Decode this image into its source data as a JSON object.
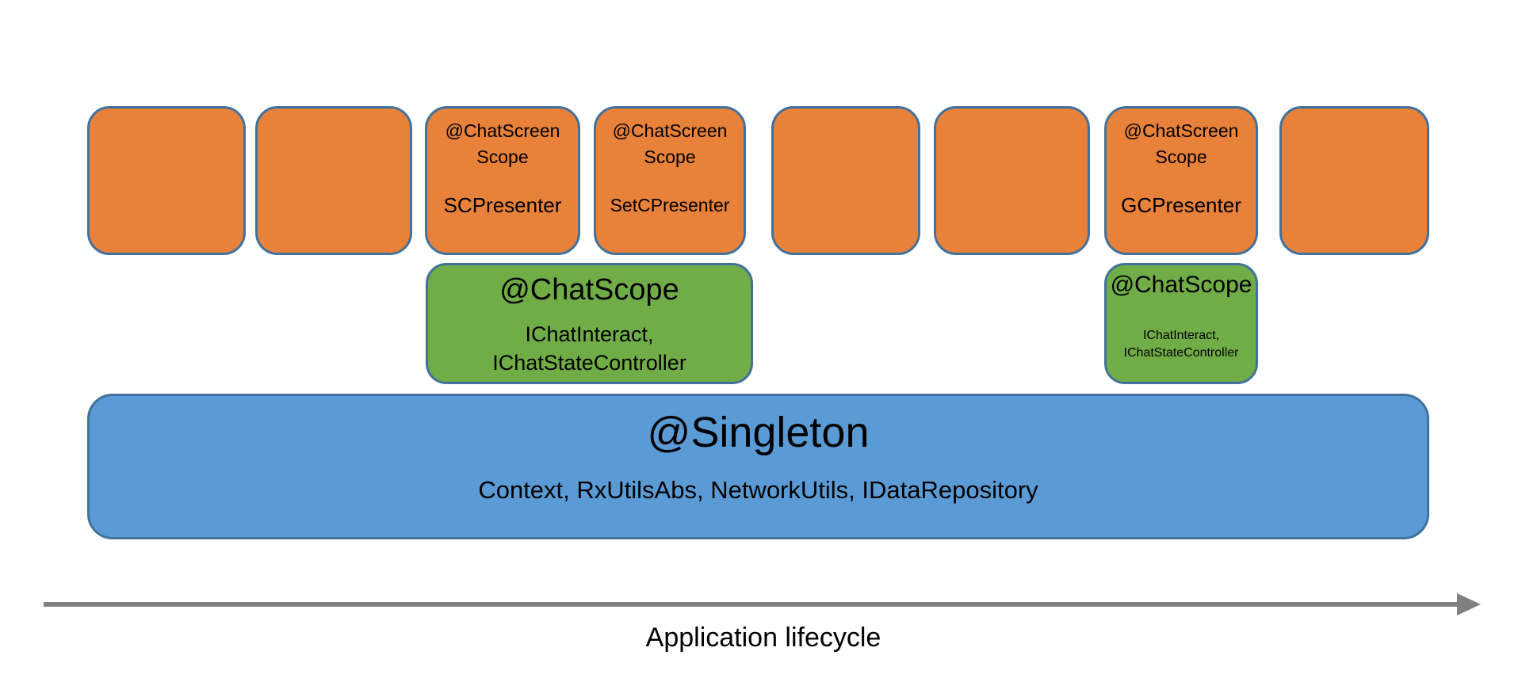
{
  "diagram": {
    "orange_boxes": [
      {
        "scope": "",
        "component": ""
      },
      {
        "scope": "",
        "component": ""
      },
      {
        "scope": "@ChatScreen Scope",
        "component": "SCPresenter"
      },
      {
        "scope": "@ChatScreen Scope",
        "component": "SetCPresenter"
      },
      {
        "scope": "",
        "component": ""
      },
      {
        "scope": "",
        "component": ""
      },
      {
        "scope": "@ChatScreen Scope",
        "component": "GCPresenter"
      },
      {
        "scope": "",
        "component": ""
      }
    ],
    "chat_scope_boxes": [
      {
        "scope": "@ChatScope",
        "components": "IChatInteract, IChatStateController"
      },
      {
        "scope": "@ChatScope",
        "components": "IChatInteract, IChatStateController"
      }
    ],
    "singleton_box": {
      "scope": "@Singleton",
      "components": "Context, RxUtilsAbs, NetworkUtils, IDataRepository"
    },
    "timeline": {
      "label": "Application lifecycle"
    },
    "colors": {
      "orange_fill": "#E8813A",
      "green_fill": "#70AD47",
      "blue_fill": "#5B9BD5",
      "shape_border": "#41719C",
      "arrow_gray": "#808080",
      "text": "#000000"
    }
  }
}
